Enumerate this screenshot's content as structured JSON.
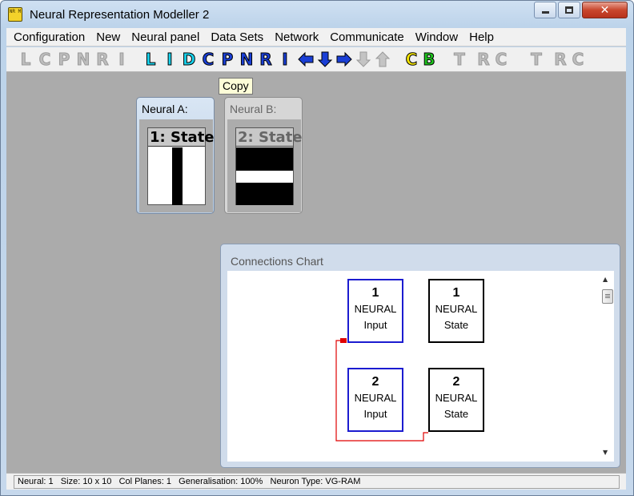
{
  "window": {
    "title": "Neural Representation Modeller 2",
    "icon_text": "NR M"
  },
  "menu": [
    "Configuration",
    "New",
    "Neural panel",
    "Data Sets",
    "Network",
    "Communicate",
    "Window",
    "Help"
  ],
  "toolbar": {
    "disabled_l": "L",
    "disabled_c": "C",
    "disabled_p": "P",
    "disabled_n": "N",
    "disabled_r": "R",
    "disabled_i": "I",
    "l": "L",
    "i": "I",
    "d": "D",
    "c": "C",
    "p": "P",
    "n": "N",
    "r": "R",
    "i2": "I",
    "cb_c": "C",
    "cb_b": "B",
    "t1": "T",
    "rc1": "R",
    "rc1b": "C",
    "t2": "T",
    "rc2": "R",
    "rc2b": "C"
  },
  "tooltip": "Copy",
  "panels": {
    "neural_a": {
      "title": "Neural A:",
      "state": "1: State"
    },
    "neural_b": {
      "title": "Neural B:",
      "state": "2: State"
    }
  },
  "connections": {
    "title": "Connections Chart",
    "nodes": [
      {
        "num": "1",
        "l1": "NEURAL",
        "l2": "Input"
      },
      {
        "num": "1",
        "l1": "NEURAL",
        "l2": "State"
      },
      {
        "num": "2",
        "l1": "NEURAL",
        "l2": "Input"
      },
      {
        "num": "2",
        "l1": "NEURAL",
        "l2": "State"
      }
    ]
  },
  "statusbar": "Neural: 1   Size: 10 x 10   Col Planes: 1   Generalisation: 100%   Neuron Type: VG-RAM",
  "colors": {
    "input_border": "#1c1cd0",
    "connector": "#e00000",
    "client_bg": "#ababab"
  }
}
